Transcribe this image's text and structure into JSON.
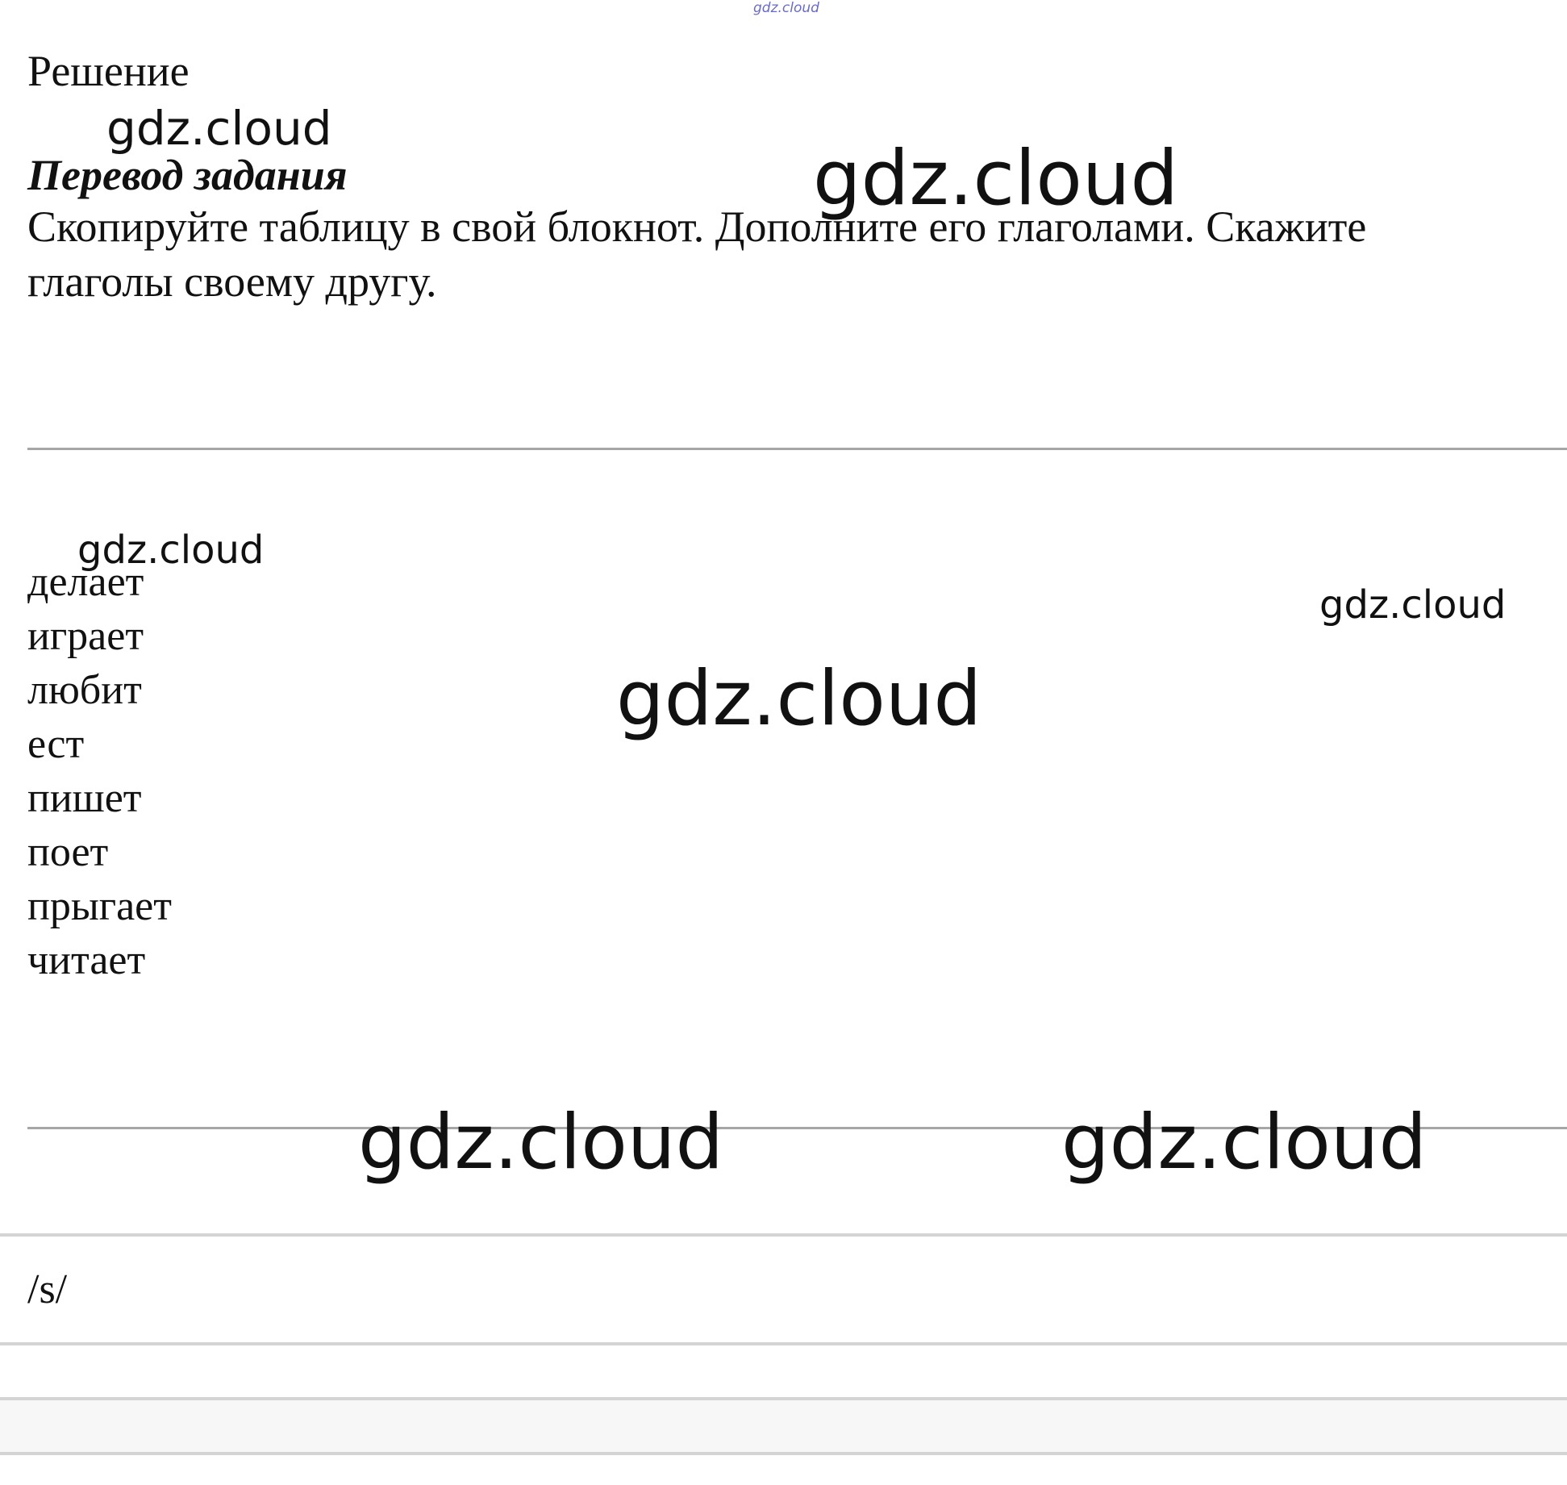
{
  "watermarks": {
    "top_small": "gdz.cloud",
    "header_left": "gdz.cloud",
    "header_center": "gdz.cloud",
    "list_left": "gdz.cloud",
    "list_right": "gdz.cloud",
    "list_center": "gdz.cloud",
    "bottom_left": "gdz.cloud",
    "bottom_right": "gdz.cloud"
  },
  "heading": "Решение",
  "task_title": "Перевод задания",
  "task_text_line1": "Скопируйте таблицу в свой блокнот. Дополните его глаголами. Скажите",
  "task_text_line2": "глаголы своему другу.",
  "verbs": [
    "делает",
    "играет",
    "любит",
    "ест",
    "пишет",
    "поет",
    "прыгает",
    "читает"
  ],
  "table": {
    "cell_label": "/s/"
  },
  "colors": {
    "text": "#111111",
    "rule": "#a6a6a6",
    "table_rule": "#d4d4d4",
    "watermark_small": "#6a6ac8"
  }
}
